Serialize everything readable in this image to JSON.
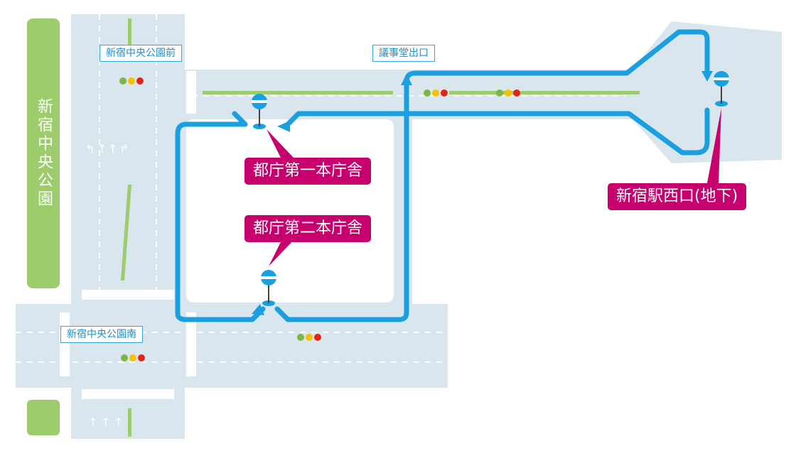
{
  "park": {
    "name": "新宿中央公園"
  },
  "intersections": {
    "north_west": "新宿中央公園前",
    "north_mid": "議事堂出口",
    "south_west": "新宿中央公園南"
  },
  "stops": {
    "tocho_1": "都庁第一本庁舎",
    "tocho_2": "都庁第二本庁舎",
    "shinjuku_west": "新宿駅西口(地下)"
  },
  "colors": {
    "route": "#1aa0e0",
    "callout": "#c8006e",
    "road": "#d9e6ee",
    "park": "#9ccc6b",
    "label_border": "#39a7dd"
  },
  "icons": [
    "bus-stop-pin-icon",
    "route-arrow-icon",
    "traffic-signal-icon",
    "lane-arrow-icon"
  ]
}
